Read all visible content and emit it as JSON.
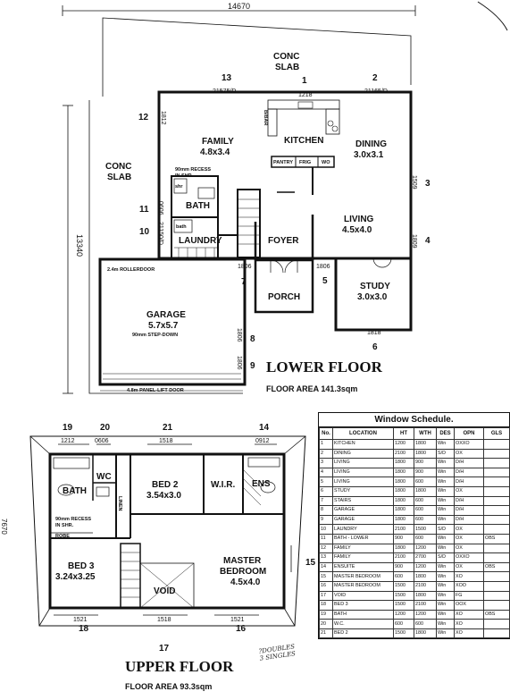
{
  "overall_width": "14670",
  "overall_depth": "13340",
  "side_dim": "7670",
  "lower": {
    "title": "LOWER FLOOR",
    "area": "FLOOR AREA 141.3sqm",
    "slab_top": [
      "CONC",
      "SLAB"
    ],
    "slab_left": [
      "CONC",
      "SLAB"
    ],
    "rooms": {
      "kitchen": "KITCHEN",
      "family": "FAMILY",
      "family_size": "4.8x3.4",
      "dining": "DINING",
      "dining_size": "3.0x3.1",
      "living": "LIVING",
      "living_size": "4.5x4.0",
      "foyer": "FOYER",
      "porch": "PORCH",
      "study": "STUDY",
      "study_size": "3.0x3.0",
      "garage": "GARAGE",
      "garage_size": "5.7x5.7",
      "garage_note": "90mm STEP-DOWN",
      "bath": "BATH",
      "laundry": "LAUNDRY",
      "recess": [
        "90mm RECESS",
        "IN SHR."
      ],
      "pantry": "PANTRY",
      "frig": "FRIG",
      "wo": "WO",
      "bbar": "B/BAR",
      "shr": "shr",
      "bath_small": "bath",
      "rollerdoor": "2.4m ROLLERDOOR",
      "panel_door": "4.8m PANEL-LIFT DOOR"
    },
    "window_tags": {
      "w1": "1",
      "w2": "2",
      "w3": "3",
      "w4": "4",
      "w5": "5",
      "w6": "6",
      "w7": "7",
      "w8": "8",
      "w9": "9",
      "w10": "10",
      "w11": "11",
      "w12": "12",
      "w13": "13"
    },
    "window_dims": {
      "d13": "21575/D",
      "d1": "1218",
      "d2": "21165/D",
      "d12": "1812",
      "d3": "1509",
      "d4": "1809",
      "d11": "0606",
      "d10": "21150/D",
      "d7": "1806",
      "d5": "1806",
      "d6": "1818",
      "d8": "1806",
      "d9": "1806"
    }
  },
  "upper": {
    "title": "UPPER FLOOR",
    "area": "FLOOR AREA 93.3sqm",
    "rooms": {
      "bed2": "BED 2",
      "bed2_size": "3.54x3.0",
      "wir": "W.I.R.",
      "ens": "ENS",
      "wc": "WC",
      "bath": "BATH",
      "bed3": "BED 3",
      "bed3_size": "3.24x3.25",
      "void": "VOID",
      "master": [
        "MASTER",
        "BEDROOM"
      ],
      "master_size": "4.5x4.0",
      "linen": "LINEN",
      "recess": [
        "90mm RECESS",
        "IN SHR."
      ],
      "robe": "ROBE"
    },
    "window_tags": {
      "w14": "14",
      "w15": "15",
      "w16": "16",
      "w17": "17",
      "w18": "18",
      "w19": "19",
      "w20": "20",
      "w21": "21"
    },
    "window_dims": {
      "d19": "1212",
      "d20": "0606",
      "d21": "1518",
      "d14": "0912",
      "d18": "1521",
      "d17": "1518",
      "d16": "1521"
    }
  },
  "schedule": {
    "title": "Window Schedule.",
    "columns": [
      "No.",
      "LOCATION",
      "HT",
      "WTH",
      "DES",
      "OPN",
      "GLS"
    ],
    "rows": [
      [
        "1",
        "KITCHEN",
        "1200",
        "1800",
        "Win",
        "OXXO",
        ""
      ],
      [
        "2",
        "DINING",
        "2100",
        "1800",
        "S/D",
        "OX",
        ""
      ],
      [
        "3",
        "LIVING",
        "1800",
        "900",
        "Win",
        "D/H",
        ""
      ],
      [
        "4",
        "LIVING",
        "1800",
        "900",
        "Win",
        "D/H",
        ""
      ],
      [
        "5",
        "LIVING",
        "1800",
        "600",
        "Win",
        "D/H",
        ""
      ],
      [
        "6",
        "STUDY",
        "1800",
        "1800",
        "Win",
        "OX",
        ""
      ],
      [
        "7",
        "STAIRS",
        "1800",
        "600",
        "Win",
        "D/H",
        ""
      ],
      [
        "8",
        "GARAGE",
        "1800",
        "600",
        "Win",
        "D/H",
        ""
      ],
      [
        "9",
        "GARAGE",
        "1800",
        "600",
        "Win",
        "D/H",
        ""
      ],
      [
        "10",
        "LAUNDRY",
        "2100",
        "1500",
        "S/D",
        "OX",
        ""
      ],
      [
        "11",
        "BATH - LOWER",
        "900",
        "600",
        "Win",
        "OX",
        "OBS"
      ],
      [
        "12",
        "FAMILY",
        "1800",
        "1200",
        "Win",
        "OX",
        ""
      ],
      [
        "13",
        "FAMILY",
        "2100",
        "2700",
        "S/D",
        "OXXO",
        ""
      ],
      [
        "14",
        "ENSUITE",
        "900",
        "1200",
        "Win",
        "OX",
        "OBS"
      ],
      [
        "15",
        "MASTER BEDROOM",
        "600",
        "1800",
        "Win",
        "XO",
        ""
      ],
      [
        "16",
        "MASTER BEDROOM",
        "1500",
        "2100",
        "Win",
        "XOO",
        ""
      ],
      [
        "17",
        "VOID",
        "1500",
        "1800",
        "Win",
        "FG",
        ""
      ],
      [
        "18",
        "BED 3",
        "1500",
        "2100",
        "Win",
        "OOX",
        ""
      ],
      [
        "19",
        "BATH",
        "1200",
        "1200",
        "Win",
        "XO",
        "OBS"
      ],
      [
        "20",
        "W.C.",
        "600",
        "600",
        "Win",
        "XO",
        ""
      ],
      [
        "21",
        "BED 2",
        "1500",
        "1800",
        "Win",
        "XO",
        ""
      ]
    ]
  },
  "handnote": [
    "?DOUBLES",
    "3 SINGLES"
  ]
}
